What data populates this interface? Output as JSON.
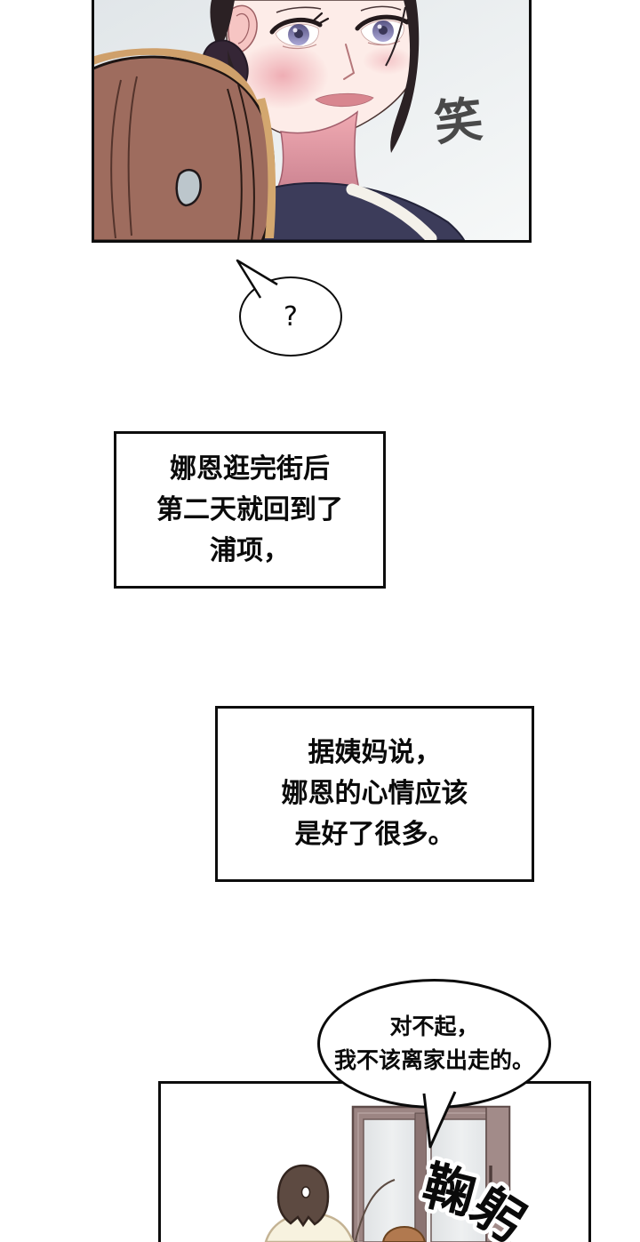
{
  "comic": {
    "captions": {
      "box1": {
        "lines": [
          "娜恩逛完街后",
          "第二天就回到了",
          "浦项，"
        ]
      },
      "box2": {
        "lines": [
          "据姨妈说，",
          "娜恩的心情应该",
          "是好了很多。"
        ]
      }
    },
    "bubbles": {
      "question": {
        "text": "?"
      },
      "apology": {
        "lines": [
          "对不起，",
          "我不该离家出走的。"
        ]
      }
    },
    "sfx": {
      "laugh": {
        "text": "笑",
        "color": "#494949"
      },
      "bow": {
        "char1": "鞠",
        "char2": "躬",
        "fill": "#0a0a0a",
        "outline": "#ffffff"
      }
    },
    "colors": {
      "panel_border": "#0d0d0d",
      "panel_bg_top": "#e1e6e9",
      "panel_bg_bottom": "#f6f8f8",
      "woman_hair": "#2b2124",
      "woman_bun": "#352636",
      "skin": "#fdece8",
      "blush": "#eda6ae",
      "neck_flush": "#c47b8a",
      "iris": "#8f8cc4",
      "lips": "#d8868f",
      "navy_top": "#3c3c5a",
      "strap_white": "#f4f1ea",
      "foreground_hair": "#9e6c5e",
      "foreground_hair_rim": "#cfa06b",
      "hair_clip_gray": "#bcc6cc",
      "door_frame": "#9c8583",
      "door_frame_dark": "#5e4b49",
      "door_glass": "#e7e9eb",
      "boy_hair": "#5d4a41",
      "boy_shirt": "#f7f2df",
      "baby_hair": "#b1794f"
    }
  }
}
